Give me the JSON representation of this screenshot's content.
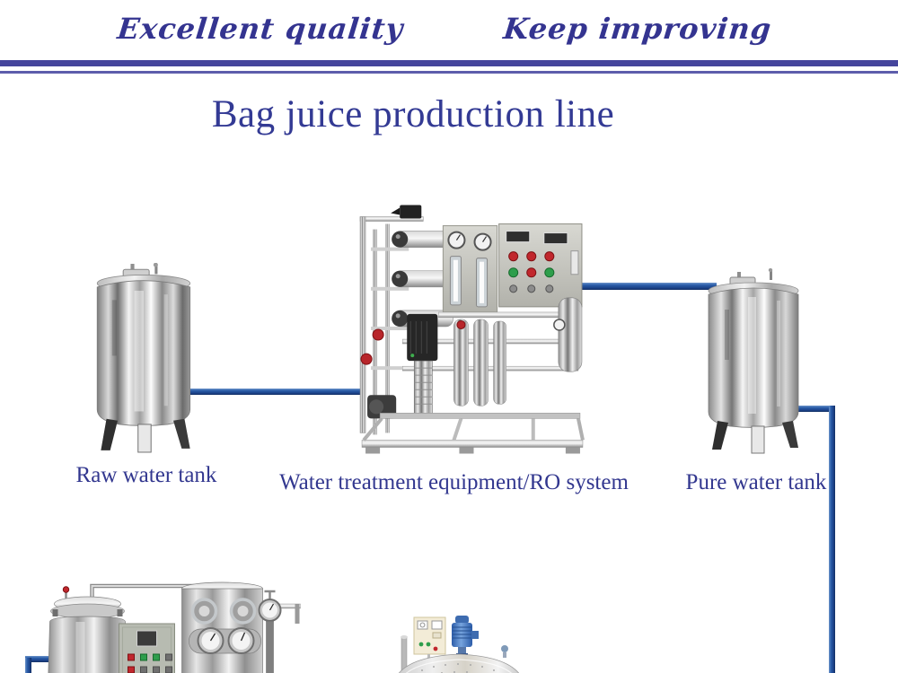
{
  "colors": {
    "background": "#ffffff",
    "accent_text": "#32378f",
    "header_rule": "#45459c",
    "pipe": "#1d4e9b"
  },
  "header": {
    "slogan_left": "Excellent quality",
    "slogan_right": "Keep improving"
  },
  "title": "Bag juice production line",
  "diagram": {
    "labels": {
      "raw_tank": "Raw water tank",
      "ro_system": "Water treatment equipment/RO system",
      "pure_tank": "Pure water tank"
    }
  }
}
